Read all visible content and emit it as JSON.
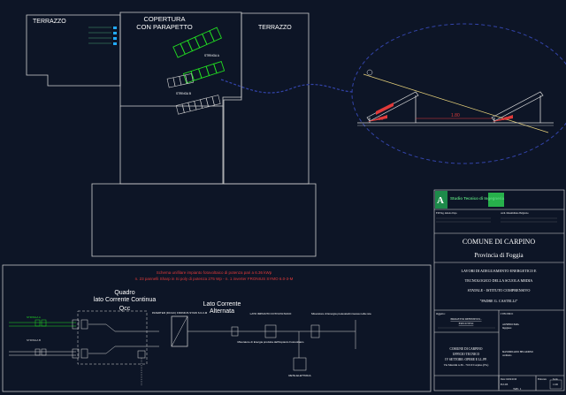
{
  "plan": {
    "terrazzo_left": "TERRAZZO",
    "copertura_line1": "COPERTURA",
    "copertura_line2": "CON PARAPETTO",
    "terrazzo_right": "TERRAZZO",
    "stringa_a": "STRINGA A",
    "stringa_b": "STRINGA B"
  },
  "schema": {
    "red_line1": "Schema unifilare impianto fotovoltaico di potenza  pari a 6.36 kWp",
    "red_line2": "n. 23 pannelli Sharp in Si poly di potenza 275 Wp - n. 1 inverter FRONIUS SYMO 6.0-3-M",
    "quadro_line1": "Quadro",
    "quadro_line2": "lato Corrente Continua",
    "quadro_line3": "Qcc",
    "stringa_a": "STRINGA A",
    "stringa_b": "STRINGA B",
    "inverter": "INVERTER (DC/AC) FRONIUS SYMO 6.0-3-M",
    "lato_ca_line1": "Lato Corrente",
    "lato_ca_line2": "Alternata",
    "fv_label": "LATO IMPIANTO FOTOVOLTAICO",
    "contatore": "Misuratore di Energia prodotta dall'Impianto Fotovoltaico",
    "rete": "RETE ELETTRICA",
    "misuratore_rete": "Misuratore di Energia prelevata/immessa nella rete"
  },
  "title_block": {
    "firm": "Studio Tecnico di Ingegneria",
    "eng_left": "ETP Ing. Alberto Papa",
    "eng_right": "Arch. Massimiliano Belgiorno",
    "comune": "COMUNE DI CARPINO",
    "provincia": "Provincia di Foggia",
    "lavori_line1": "LAVORI DI ADEGUAMENTO ENERGETICO E",
    "lavori_line2": "TECNOLOGICO DELLA SCUOLA MEDIA",
    "lavori_line3": "STATALE - ISTITUTO COMPRENSIVO",
    "lavori_line4": "\"PADRE G. CASTELLI\"",
    "oggetto_label": "Oggetto:",
    "progetto_line1": "PROGETTO DEFINITIVO -",
    "progetto_line2": "ESECUTIVO",
    "tecnici_label": "I TECNICI:",
    "tecnico1": "ALFREDO PAPA",
    "tecnico1_role": "Ingegnere",
    "tecnico2": "MASSIMILIANO BELGIORNO",
    "tecnico2_role": "Architetto",
    "committente_line1": "COMUNE DI CARPINO",
    "committente_line2": "UFFICIO TECNICO",
    "committente_line3": "IV SETTORE: OPERE E LL.PP.",
    "committente_line4": "Via Mazzini n.36 - 71010 Carpino (FG)",
    "data": "Data: 04/04/2016",
    "elaborato_label": "Elaborato",
    "elaborato": "E2.03",
    "tav": "TAV. 1",
    "scala_label": "Scala",
    "scala": "1:100"
  },
  "section": {
    "angle_left": "30°",
    "angle_right": "30°",
    "dist": "1.80"
  },
  "colors": {
    "background": "#0d1526",
    "lines": "#d8d8d8",
    "panels": "#22dd22",
    "cable": "#3344aa",
    "red": "#e03a3a"
  }
}
